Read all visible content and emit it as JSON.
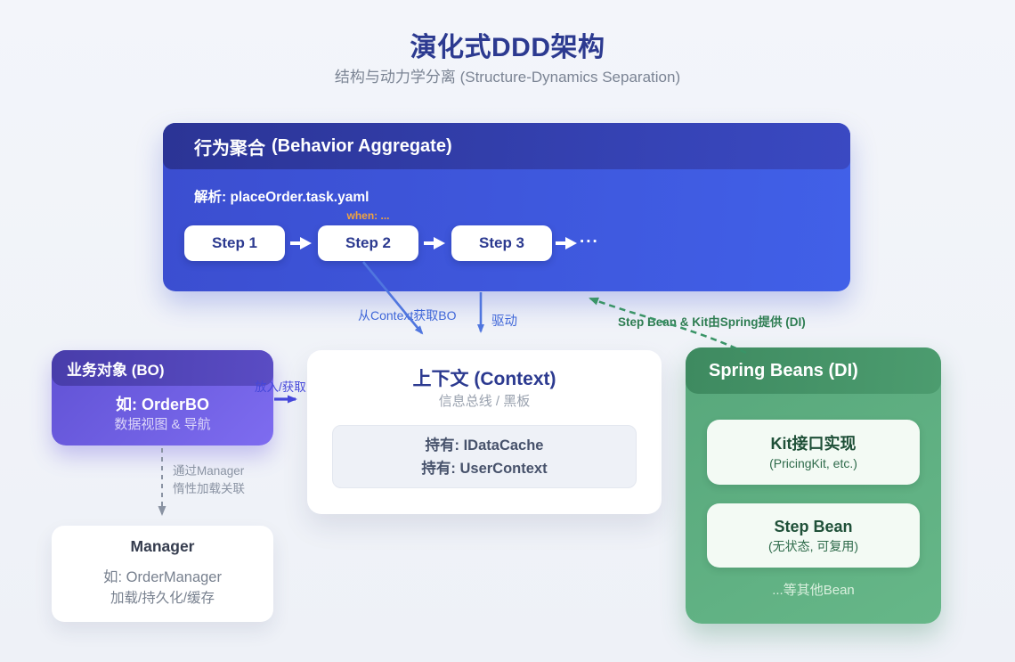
{
  "page": {
    "title": "演化式DDD架构",
    "subtitle": "结构与动力学分离 (Structure-Dynamics Separation)"
  },
  "behavior_aggregate": {
    "title_zh": "行为聚合",
    "title_en": "(Behavior Aggregate)",
    "parse_label": "解析: placeOrder.task.yaml",
    "steps": [
      "Step 1",
      "Step 2",
      "Step 3"
    ],
    "when_label": "when: ...",
    "ellipsis": "..."
  },
  "business_object": {
    "title": "业务对象 (BO)",
    "example": "如: OrderBO",
    "desc": "数据视图 & 导航"
  },
  "context": {
    "title_zh": "上下文",
    "title_en": "(Context)",
    "subtitle": "信息总线 / 黑板",
    "holds": [
      "持有: IDataCache",
      "持有: UserContext"
    ]
  },
  "spring": {
    "title": "Spring Beans (DI)",
    "cards": [
      {
        "title": "Kit接口实现",
        "subtitle": "(PricingKit, etc.)"
      },
      {
        "title": "Step Bean",
        "subtitle": "(无状态, 可复用)"
      }
    ],
    "footer": "...等其他Bean"
  },
  "manager": {
    "title": "Manager",
    "example": "如: OrderManager",
    "desc": "加载/持久化/缓存"
  },
  "edges": {
    "get_bo": "从Context获取BO",
    "drive": "驱动",
    "di": "Step Bean & Kit由Spring提供 (DI)",
    "put_get": "放入/获取",
    "lazy_line1": "通过Manager",
    "lazy_line2": "惰性加载关联"
  },
  "colors": {
    "title": "#2c3a90",
    "blue_header": "#2b3495",
    "blue_body": "#3e55d9",
    "purple_header": "#483daa",
    "purple_body": "#6e5ee2",
    "green_header": "#3e8a60",
    "green_body": "#5fae81",
    "arrow_blue": "#5076df",
    "arrow_green": "#3a9467",
    "arrow_indigo": "#4547da",
    "arrow_gray": "#8a93a3",
    "when_orange": "#f2a43e",
    "background": "#eef1f7"
  }
}
